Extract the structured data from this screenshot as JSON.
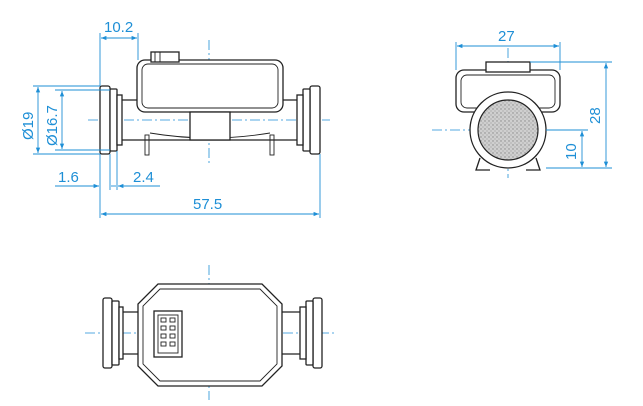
{
  "dimensions": {
    "top_width": "10.2",
    "outer_diameter": "Ø19",
    "inner_diameter": "Ø16.7",
    "flange_thickness": "1.6",
    "flange_gap": "2.4",
    "overall_length": "57.5",
    "side_width": "27",
    "side_height": "28",
    "bottom_offset": "10"
  },
  "colors": {
    "dimension": "#1e8fd6",
    "outline": "#222222"
  }
}
